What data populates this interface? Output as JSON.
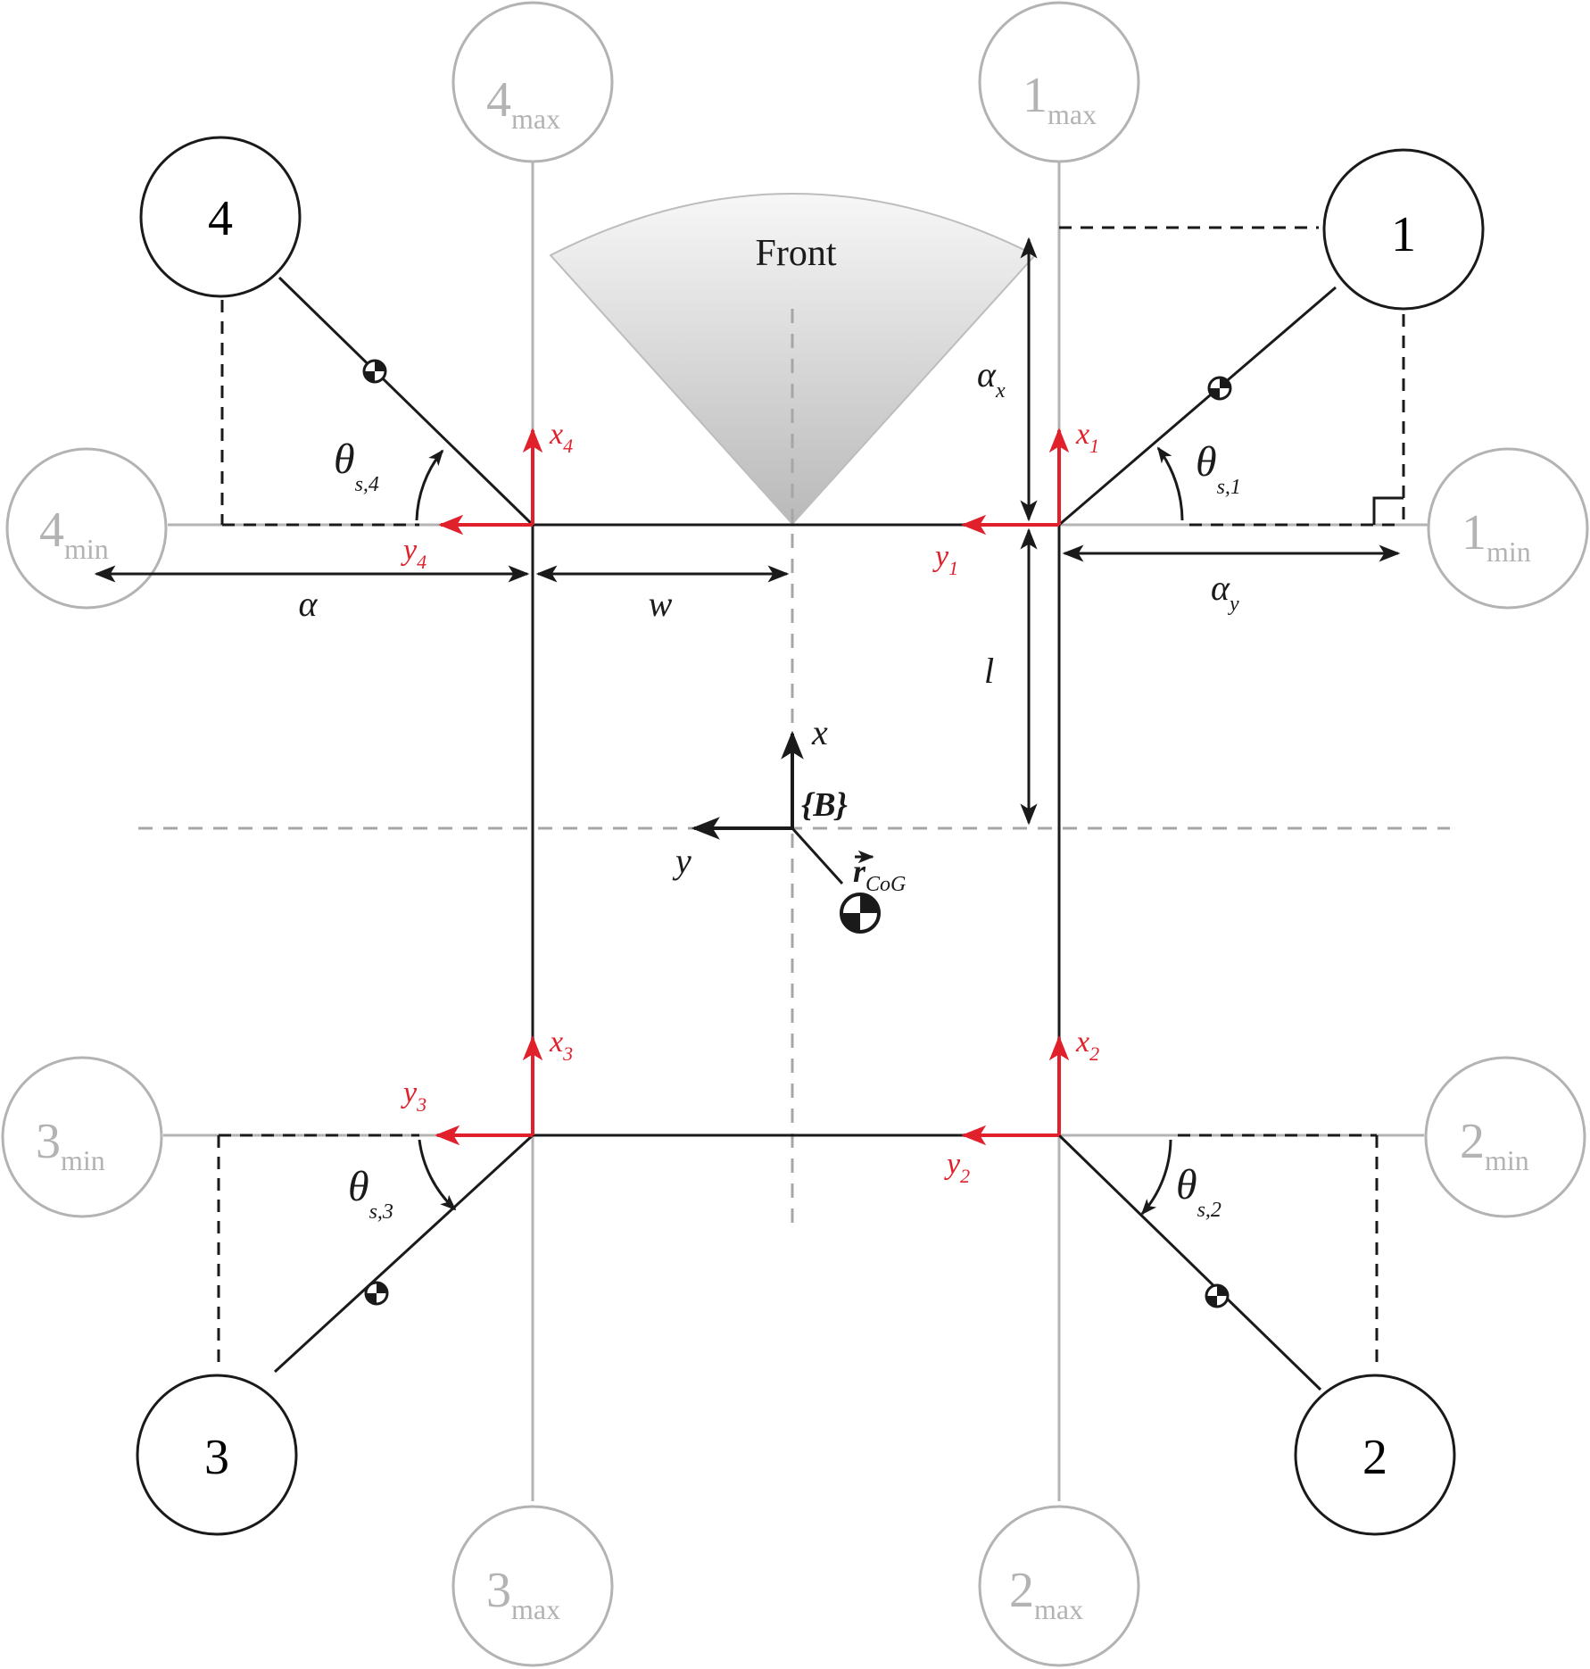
{
  "front_label": "Front",
  "frame_label": "{B}",
  "rotors": [
    {
      "id": "1",
      "label": "1",
      "max_label": "1",
      "min_label": "1",
      "angle_label": "θ",
      "angle_sub": "s,1",
      "x_label": "x",
      "x_sub": "1",
      "y_label": "y",
      "y_sub": "1"
    },
    {
      "id": "2",
      "label": "2",
      "max_label": "2",
      "min_label": "2",
      "angle_label": "θ",
      "angle_sub": "s,2",
      "x_label": "x",
      "x_sub": "2",
      "y_label": "y",
      "y_sub": "2"
    },
    {
      "id": "3",
      "label": "3",
      "max_label": "3",
      "min_label": "3",
      "angle_label": "θ",
      "angle_sub": "s,3",
      "x_label": "x",
      "x_sub": "3",
      "y_label": "y",
      "y_sub": "3"
    },
    {
      "id": "4",
      "label": "4",
      "max_label": "4",
      "min_label": "4",
      "angle_label": "θ",
      "angle_sub": "s,4",
      "x_label": "x",
      "x_sub": "4",
      "y_label": "y",
      "y_sub": "4"
    }
  ],
  "limit_subs": {
    "max": "max",
    "min": "min"
  },
  "dimensions": {
    "alpha": "α",
    "alpha_x": "α",
    "alpha_x_sub": "x",
    "alpha_y": "α",
    "alpha_y_sub": "y",
    "w": "w",
    "l": "l"
  },
  "body_axes": {
    "x": "x",
    "y": "y"
  },
  "cog": {
    "label": "r",
    "sub": "CoG"
  },
  "colors": {
    "frame": "#1a1a1a",
    "limit_grey": "#b3b3b3",
    "axis_red": "#e0202a",
    "dashed_grey": "#a6a6a6"
  }
}
